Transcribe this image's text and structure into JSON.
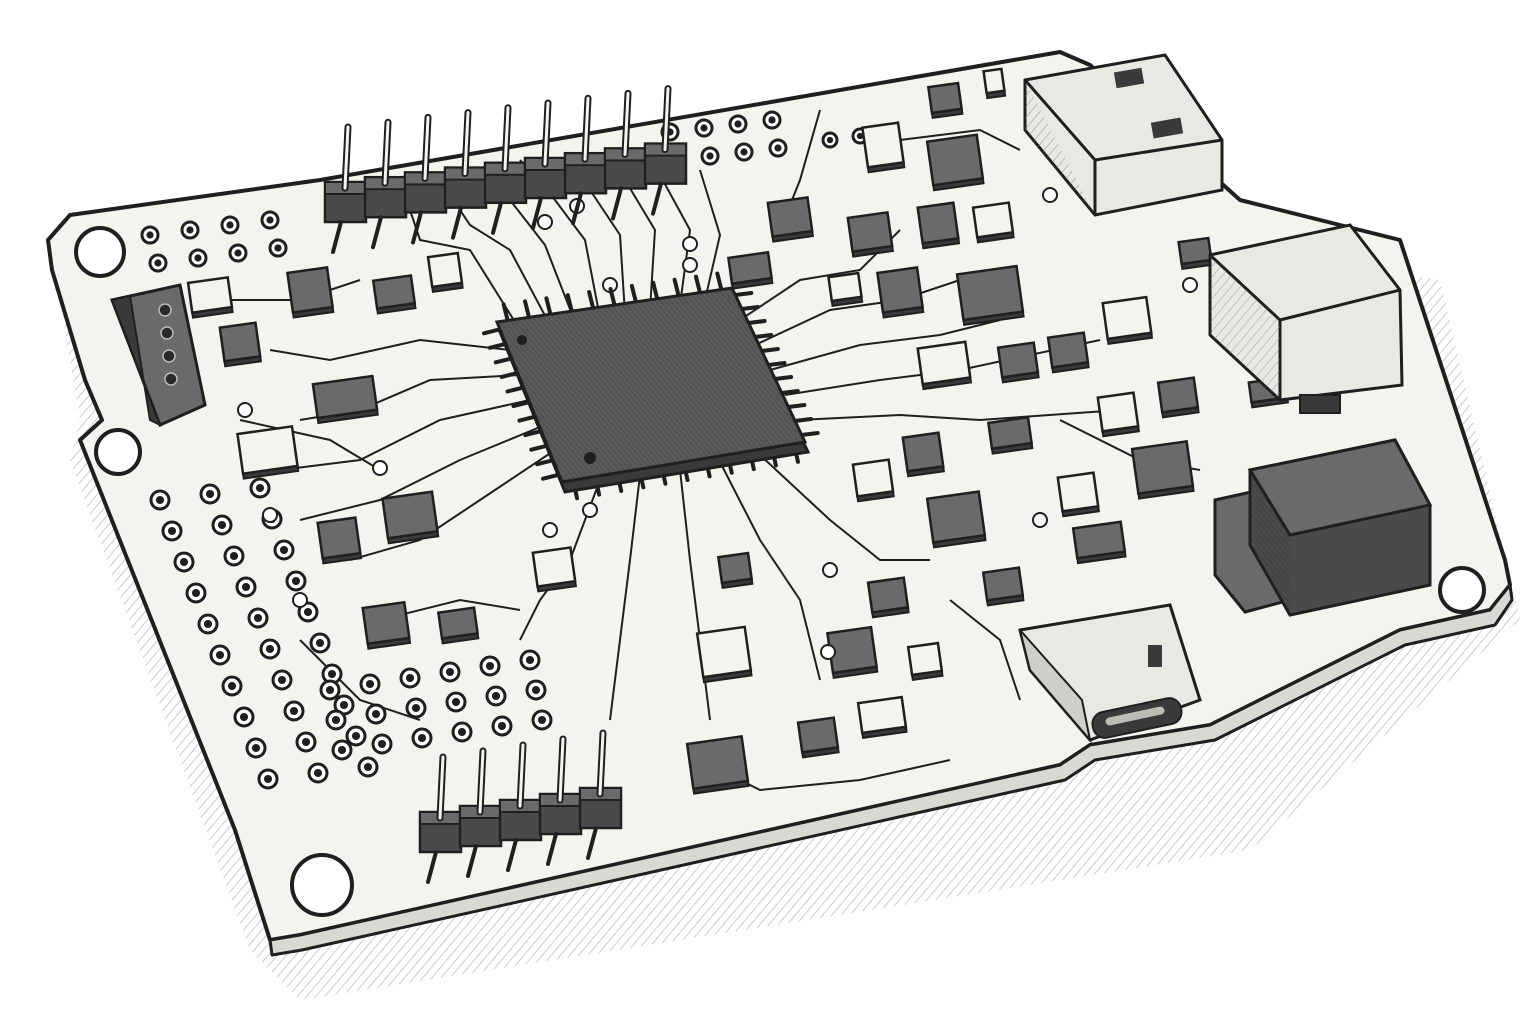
{
  "scene": {
    "subject": "hand-drawn-circuit-board",
    "style": "pen-and-ink",
    "colors": {
      "paper": "#ffffff",
      "board": "#f4f3ee",
      "ink": "#1f1f1f",
      "chip": "#5a5a5a",
      "chip_dark": "#3a3a3a",
      "component": "#6a6a6a",
      "connector": "#e9e8e2",
      "shadow_hatch": "#7a7a7a"
    },
    "counts": {
      "top_header_pins": 9,
      "bottom_header_pins": 5,
      "chip_pins_per_side": 11,
      "terminal_block_slots": 4
    },
    "icons": {
      "microcontroller": "qfp-chip-icon",
      "usb_a": "usb-a-port-icon",
      "usb_b": "usb-b-port-icon",
      "usb_c": "usb-c-port-icon",
      "inductor": "power-inductor-icon"
    }
  }
}
